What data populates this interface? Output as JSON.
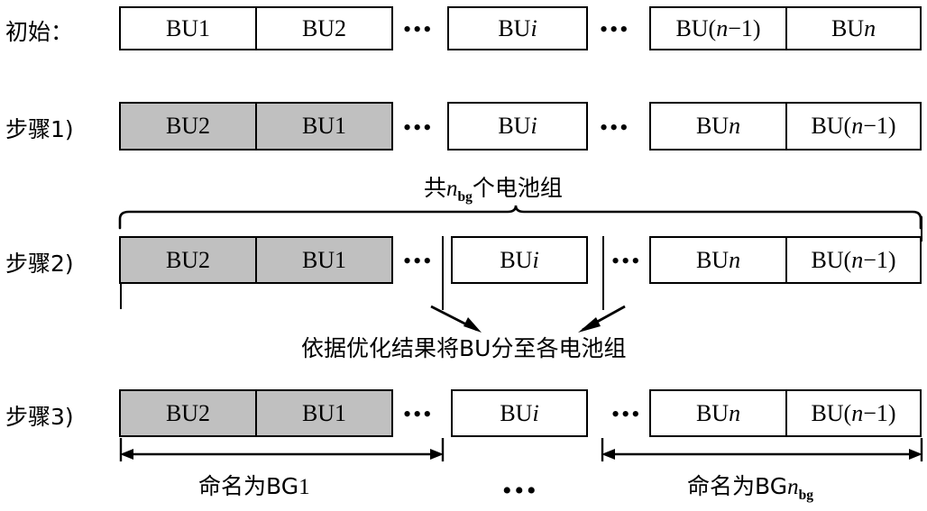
{
  "diagram": {
    "title_implicit": "电池单元分组流程图",
    "rows": [
      {
        "label": "初始：",
        "boxes": [
          {
            "text": "BU1",
            "italic_tail": "",
            "filled": false
          },
          {
            "text": "BU2",
            "italic_tail": "",
            "filled": false
          },
          {
            "text": "BU",
            "italic_tail": "i",
            "filled": false
          },
          {
            "text": "BU(",
            "italic_tail": "n",
            "suffix": "−1)",
            "filled": false
          },
          {
            "text": "BU",
            "italic_tail": "n",
            "filled": false
          }
        ],
        "ellipses": [
          "•••",
          "•••"
        ]
      },
      {
        "label": "步骤1)",
        "boxes": [
          {
            "text": "BU2",
            "italic_tail": "",
            "filled": true
          },
          {
            "text": "BU1",
            "italic_tail": "",
            "filled": true
          },
          {
            "text": "BU",
            "italic_tail": "i",
            "filled": false
          },
          {
            "text": "BU",
            "italic_tail": "n",
            "filled": false
          },
          {
            "text": "BU(",
            "italic_tail": "n",
            "suffix": "−1)",
            "filled": false
          }
        ],
        "ellipses": [
          "•••",
          "•••"
        ]
      },
      {
        "label": "步骤2)",
        "boxes": [
          {
            "text": "BU2",
            "italic_tail": "",
            "filled": true
          },
          {
            "text": "BU1",
            "italic_tail": "",
            "filled": true
          },
          {
            "text": "BU",
            "italic_tail": "i",
            "filled": false
          },
          {
            "text": "BU",
            "italic_tail": "n",
            "filled": false
          },
          {
            "text": "BU(",
            "italic_tail": "n",
            "suffix": "−1)",
            "filled": false
          }
        ],
        "ellipses": [
          "•••",
          "•••"
        ]
      },
      {
        "label": "步骤3)",
        "boxes": [
          {
            "text": "BU2",
            "italic_tail": "",
            "filled": true
          },
          {
            "text": "BU1",
            "italic_tail": "",
            "filled": true
          },
          {
            "text": "BU",
            "italic_tail": "i",
            "filled": false
          },
          {
            "text": "BU",
            "italic_tail": "n",
            "filled": false
          },
          {
            "text": "BU(",
            "italic_tail": "n",
            "suffix": "−1)",
            "filled": false
          }
        ],
        "ellipses": [
          "•••",
          "•••"
        ]
      }
    ],
    "brace_caption": {
      "prefix": "共",
      "var": "n",
      "sub": "bg",
      "suffix": "个电池组"
    },
    "assign_caption": "依据优化结果将BU分至各电池组",
    "group_labels": {
      "left": {
        "prefix": "命名为BG",
        "value": "1"
      },
      "middle_ellipsis": "•••",
      "right": {
        "prefix": "命名为BG",
        "var": "n",
        "sub": "bg"
      }
    },
    "colors": {
      "fill_gray": "#c0c0c0",
      "stroke": "#000000",
      "background": "#ffffff"
    }
  }
}
